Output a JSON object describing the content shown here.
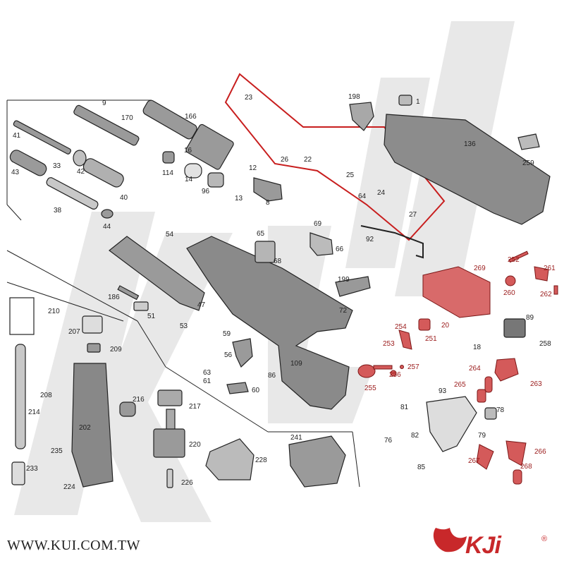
{
  "website": "WWW.KUI.COM.TW",
  "brand": {
    "logo_text": "KJi",
    "registered_mark": "®",
    "watermark_text": "KJi",
    "mascot_icon": "lion-head-icon",
    "accent_color": "#c8282a"
  },
  "colors": {
    "line": "#222222",
    "part_fill": "#8c8c8c",
    "highlight_fill": "#d45a5a",
    "highlight_outline": "#c81e1e"
  },
  "part_labels": [
    "9",
    "170",
    "166",
    "23",
    "198",
    "1",
    "136",
    "41",
    "16",
    "33",
    "42",
    "43",
    "40",
    "38",
    "44",
    "114",
    "14",
    "96",
    "12",
    "13",
    "8",
    "26",
    "22",
    "25",
    "24",
    "64",
    "27",
    "259",
    "54",
    "65",
    "69",
    "66",
    "68",
    "92",
    "47",
    "186",
    "51",
    "53",
    "59",
    "199",
    "72",
    "210",
    "207",
    "209",
    "56",
    "63",
    "61",
    "60",
    "86",
    "109",
    "252",
    "261",
    "269",
    "260",
    "262",
    "89",
    "254",
    "20",
    "253",
    "251",
    "18",
    "258",
    "257",
    "256",
    "255",
    "264",
    "263",
    "265",
    "93",
    "81",
    "78",
    "82",
    "79",
    "76",
    "266",
    "267",
    "268",
    "85",
    "208",
    "214",
    "202",
    "216",
    "217",
    "220",
    "228",
    "241",
    "235",
    "233",
    "224",
    "226"
  ]
}
